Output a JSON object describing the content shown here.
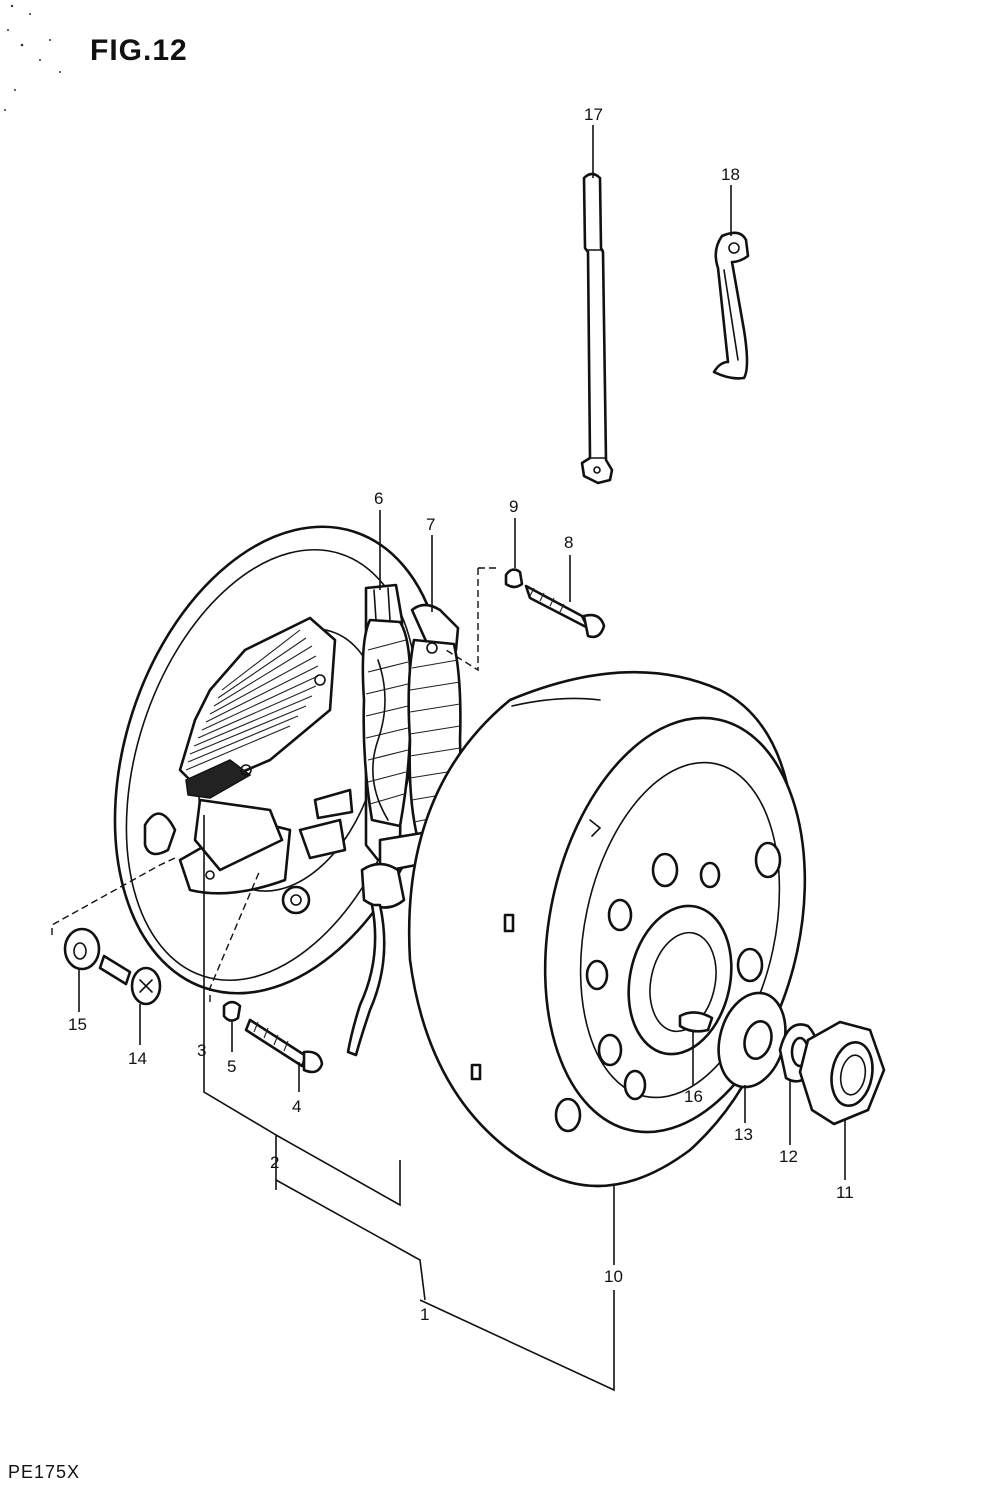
{
  "figure": {
    "title": "FIG.12",
    "model": "PE175X"
  },
  "callouts": [
    {
      "id": "c1",
      "text": "1"
    },
    {
      "id": "c2",
      "text": "2"
    },
    {
      "id": "c3",
      "text": "3"
    },
    {
      "id": "c4",
      "text": "4"
    },
    {
      "id": "c5",
      "text": "5"
    },
    {
      "id": "c6",
      "text": "6"
    },
    {
      "id": "c7",
      "text": "7"
    },
    {
      "id": "c8",
      "text": "8"
    },
    {
      "id": "c9",
      "text": "9"
    },
    {
      "id": "c10",
      "text": "10"
    },
    {
      "id": "c11",
      "text": "11"
    },
    {
      "id": "c12",
      "text": "12"
    },
    {
      "id": "c13",
      "text": "13"
    },
    {
      "id": "c14",
      "text": "14"
    },
    {
      "id": "c15",
      "text": "15"
    },
    {
      "id": "c16",
      "text": "16"
    },
    {
      "id": "c17",
      "text": "17"
    },
    {
      "id": "c18",
      "text": "18"
    }
  ]
}
